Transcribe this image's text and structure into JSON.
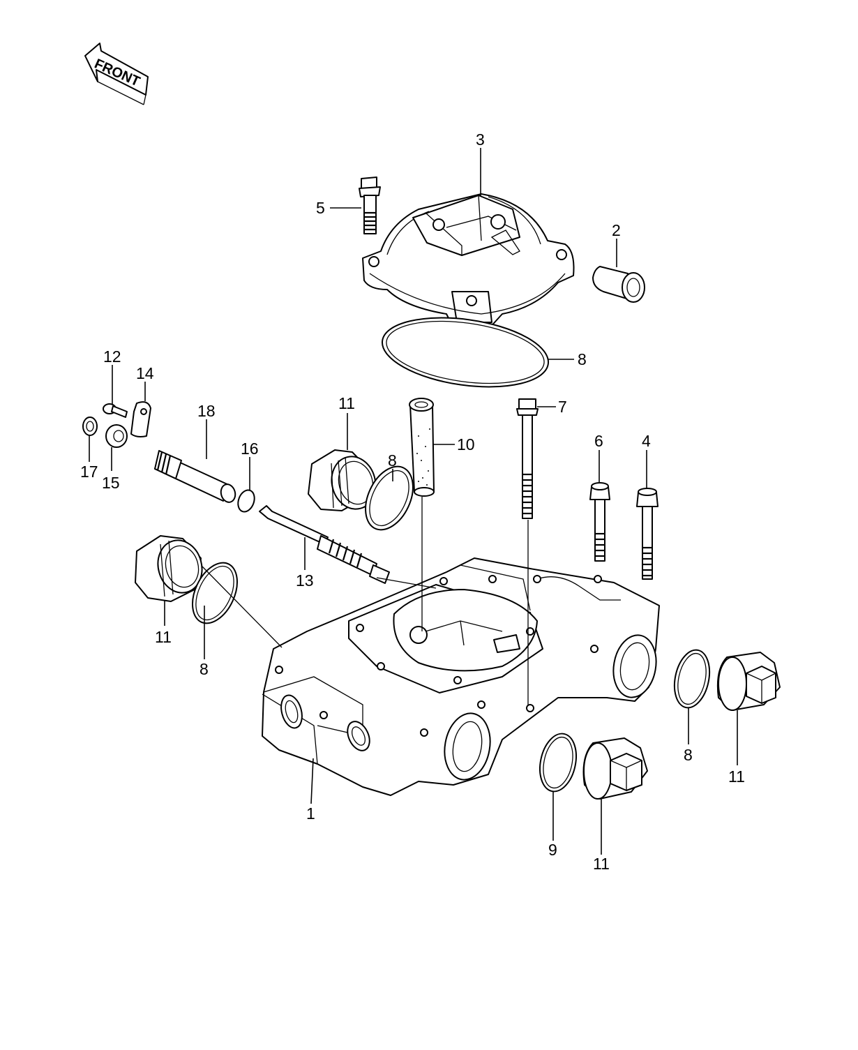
{
  "front_arrow": {
    "text": "FRONT"
  },
  "callouts": [
    {
      "id": "c1",
      "text": "1"
    },
    {
      "id": "c2",
      "text": "2"
    },
    {
      "id": "c3",
      "text": "3"
    },
    {
      "id": "c4",
      "text": "4"
    },
    {
      "id": "c5",
      "text": "5"
    },
    {
      "id": "c6",
      "text": "6"
    },
    {
      "id": "c7",
      "text": "7"
    },
    {
      "id": "c8a",
      "text": "8"
    },
    {
      "id": "c8b",
      "text": "8"
    },
    {
      "id": "c8c",
      "text": "8"
    },
    {
      "id": "c8d",
      "text": "8"
    },
    {
      "id": "c9",
      "text": "9"
    },
    {
      "id": "c10",
      "text": "10"
    },
    {
      "id": "c11a",
      "text": "11"
    },
    {
      "id": "c11b",
      "text": "11"
    },
    {
      "id": "c11c",
      "text": "11"
    },
    {
      "id": "c11d",
      "text": "11"
    },
    {
      "id": "c12",
      "text": "12"
    },
    {
      "id": "c13",
      "text": "13"
    },
    {
      "id": "c14",
      "text": "14"
    },
    {
      "id": "c15",
      "text": "15"
    },
    {
      "id": "c16",
      "text": "16"
    },
    {
      "id": "c17",
      "text": "17"
    },
    {
      "id": "c18",
      "text": "18"
    }
  ]
}
